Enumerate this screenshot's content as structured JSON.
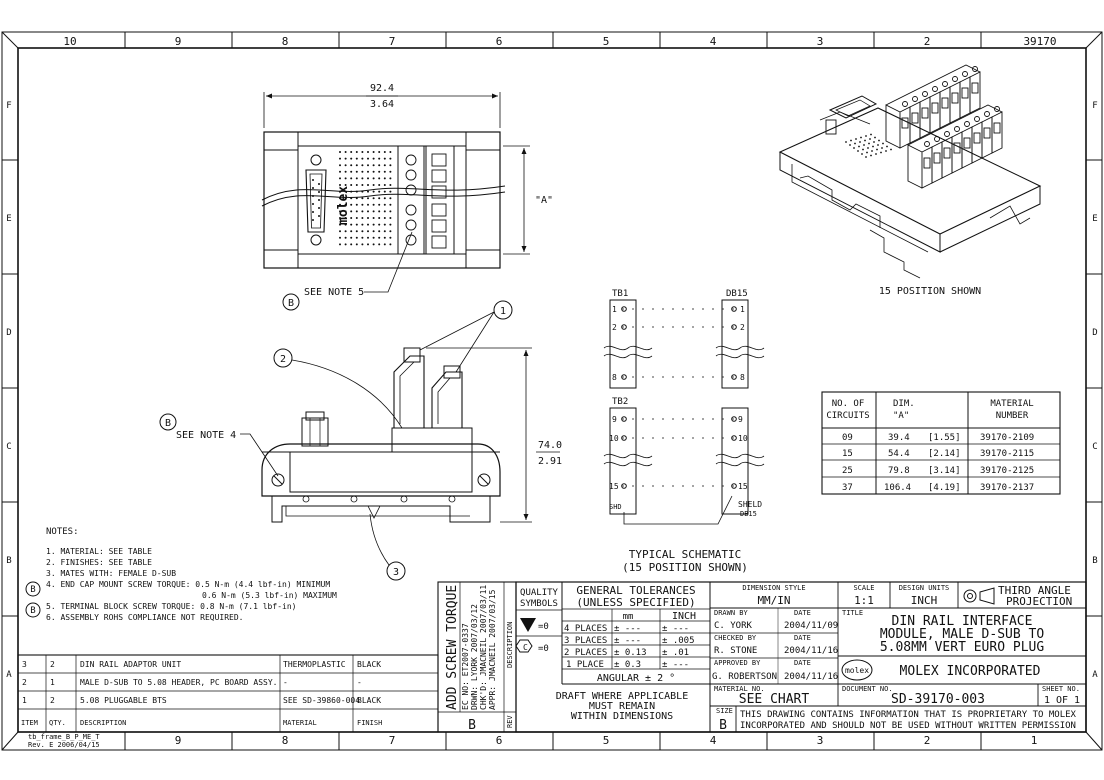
{
  "sheet_id": "39170",
  "zones": {
    "cols_top": [
      "10",
      "9",
      "8",
      "7",
      "6",
      "5",
      "4",
      "3",
      "2"
    ],
    "cols_bottom": [
      "9",
      "8",
      "7",
      "6",
      "5",
      "4",
      "3",
      "2",
      "1"
    ],
    "rows": [
      "F",
      "E",
      "D",
      "C",
      "B",
      "A"
    ]
  },
  "top_view": {
    "width_mm": "92.4",
    "width_in": "3.64",
    "dim_a": "\"A\"",
    "logo": "molex",
    "see_note": "SEE NOTE 5",
    "callout": "B"
  },
  "side_view": {
    "height_mm": "74.0",
    "height_in": "2.91",
    "see_note": "SEE NOTE 4",
    "callout": "B",
    "balloons": [
      "1",
      "2",
      "3"
    ]
  },
  "iso_caption": "15 POSITION SHOWN",
  "schematic": {
    "tb1": "TB1",
    "tb2": "TB2",
    "db15": "DB15",
    "left_pins_1": [
      "1",
      "2",
      "8"
    ],
    "right_pins_1": [
      "1",
      "2",
      "8"
    ],
    "left_pins_2": [
      "9",
      "10",
      "15"
    ],
    "right_pins_2": [
      "9",
      "10",
      "15"
    ],
    "shd": "SHD",
    "sheld": "SHELD",
    "sheld_sub": "DB15",
    "caption_1": "TYPICAL SCHEMATIC",
    "caption_2": "(15 POSITION SHOWN)"
  },
  "circuits_table": {
    "headers": [
      "NO. OF CIRCUITS",
      "DIM. \"A\"",
      "MATERIAL NUMBER"
    ],
    "rows": [
      [
        "09",
        "39.4",
        "[1.55]",
        "39170-2109"
      ],
      [
        "15",
        "54.4",
        "[2.14]",
        "39170-2115"
      ],
      [
        "25",
        "79.8",
        "[3.14]",
        "39170-2125"
      ],
      [
        "37",
        "106.4",
        "[4.19]",
        "39170-2137"
      ]
    ]
  },
  "notes": {
    "title": "NOTES:",
    "items": [
      "1. MATERIAL: SEE TABLE",
      "2. FINISHES: SEE TABLE",
      "3. MATES WITH: FEMALE D-SUB",
      "4. END CAP MOUNT SCREW TORQUE: 0.5 N-m (4.4 lbf-in) MINIMUM",
      "0.6 N-m (5.3 lbf-in) MAXIMUM",
      "5. TERMINAL BLOCK SCREW TORQUE: 0.8 N-m (7.1 lbf-in)",
      "6. ASSEMBLY ROHS COMPLIANCE NOT REQUIRED."
    ]
  },
  "bom": {
    "headers": [
      "ITEM",
      "QTY.",
      "DESCRIPTION",
      "MATERIAL",
      "FINISH"
    ],
    "rows": [
      [
        "3",
        "2",
        "DIN RAIL ADAPTOR UNIT",
        "THERMOPLASTIC",
        "BLACK"
      ],
      [
        "2",
        "1",
        "MALE D-SUB TO 5.08 HEADER, PC BOARD ASSY.",
        "-",
        "-"
      ],
      [
        "1",
        "2",
        "5.08 PLUGGABLE BTS",
        "SEE SD-39860-004",
        "BLACK"
      ]
    ]
  },
  "revision": {
    "label": "ADD SCREW TORQUE",
    "ec": "EC NO: ET2007-0337",
    "drwn": "DRWN: LYORK 2007/03/12",
    "chk": "CHK'D: JMACNEIL 2007/03/11",
    "appr": "APPR: JMACNEIL 2007/03/15",
    "desc": "DESCRIPTION",
    "rev_label": "REV",
    "rev": "B"
  },
  "title_block": {
    "quality": "QUALITY SYMBOLS",
    "tol_title": "GENERAL TOLERANCES",
    "tol_sub": "(UNLESS SPECIFIED)",
    "mm": "mm",
    "inch": "INCH",
    "tol_rows": [
      [
        "4 PLACES",
        "± ---",
        "± ---"
      ],
      [
        "3 PLACES",
        "± ---",
        "± .005"
      ],
      [
        "2 PLACES",
        "± 0.13",
        "± .01"
      ],
      [
        "1 PLACE",
        "± 0.3",
        "± ---"
      ]
    ],
    "angular": "ANGULAR ± 2 °",
    "draft_1": "DRAFT WHERE APPLICABLE",
    "draft_2": "MUST REMAIN",
    "draft_3": "WITHIN DIMENSIONS",
    "dim_style_label": "DIMENSION STYLE",
    "dim_style": "MM/IN",
    "scale_label": "SCALE",
    "scale": "1:1",
    "units_label": "DESIGN UNITS",
    "units": "INCH",
    "projection": "THIRD ANGLE PROJECTION",
    "drawn_label": "DRAWN BY",
    "drawn_by": "C. YORK",
    "drawn_date": "2004/11/09",
    "checked_label": "CHECKED BY",
    "checked_by": "R. STONE",
    "checked_date": "2004/11/16",
    "approved_label": "APPROVED BY",
    "approved_by": "G. ROBERTSON",
    "approved_date": "2004/11/16",
    "date_label": "DATE",
    "title_label": "TITLE",
    "title_1": "DIN RAIL INTERFACE",
    "title_2": "MODULE, MALE D-SUB TO",
    "title_3": "5.08MM VERT EURO PLUG",
    "company": "MOLEX INCORPORATED",
    "logo": "molex",
    "material_label": "MATERIAL NO.",
    "material": "SEE CHART",
    "doc_label": "DOCUMENT NO.",
    "doc": "SD-39170-003",
    "sheet_label": "SHEET NO.",
    "sheet": "1 OF 1",
    "size_label": "SIZE",
    "size": "B",
    "proprietary_1": "THIS DRAWING CONTAINS INFORMATION THAT IS PROPRIETARY TO MOLEX",
    "proprietary_2": "INCORPORATED AND SHOULD NOT BE USED WITHOUT WRITTEN PERMISSION"
  },
  "frame_id_1": "tb_frame_B_P_ME_T",
  "frame_id_2": "Rev. E 2006/04/15"
}
